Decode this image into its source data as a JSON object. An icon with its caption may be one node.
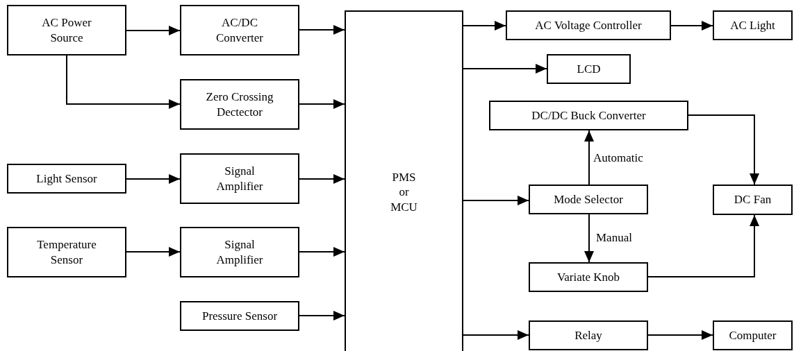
{
  "diagram": {
    "nodes": [
      {
        "text": [
          "AC Power Source"
        ]
      },
      {
        "text": [
          "AC/DC Converter"
        ]
      },
      {
        "text": [
          "Zero Crossing Dectector"
        ]
      },
      {
        "text": [
          "Light Sensor"
        ]
      },
      {
        "text": [
          "Signal Amplifier"
        ]
      },
      {
        "text": [
          "Temperature Sensor"
        ]
      },
      {
        "text": [
          "Signal Amplifier"
        ]
      },
      {
        "text": [
          "Pressure Sensor"
        ]
      },
      {
        "text": [
          "PMS or MCU"
        ]
      },
      {
        "text": [
          "AC Voltage Controller"
        ]
      },
      {
        "text": [
          "AC Light"
        ]
      },
      {
        "text": [
          "LCD"
        ]
      },
      {
        "text": [
          "DC/DC Buck Converter"
        ]
      },
      {
        "text": [
          "Mode Selector"
        ]
      },
      {
        "text": [
          "DC Fan"
        ]
      },
      {
        "text": [
          "Variate Knob"
        ]
      },
      {
        "text": [
          "Relay"
        ]
      },
      {
        "text": [
          "Computer"
        ]
      }
    ],
    "edges": [
      {
        "from": 0,
        "to": 1,
        "arrow": "to"
      },
      {
        "from": 0,
        "to": 2,
        "arrow": "to"
      },
      {
        "from": 1,
        "to": 8,
        "arrow": "to"
      },
      {
        "from": 2,
        "to": 8,
        "arrow": "to"
      },
      {
        "from": 3,
        "to": 4,
        "arrow": "to"
      },
      {
        "from": 4,
        "to": 8,
        "arrow": "to"
      },
      {
        "from": 5,
        "to": 6,
        "arrow": "to"
      },
      {
        "from": 6,
        "to": 8,
        "arrow": "to"
      },
      {
        "from": 7,
        "to": 8,
        "arrow": "to"
      },
      {
        "from": 8,
        "to": 9,
        "arrow": "to"
      },
      {
        "from": 9,
        "to": 10,
        "arrow": "to"
      },
      {
        "from": 8,
        "to": 11,
        "arrow": "to"
      },
      {
        "from": 8,
        "to": 13,
        "arrow": "to"
      },
      {
        "from": 13,
        "to": 12,
        "arrow": "to",
        "label": "Automatic"
      },
      {
        "from": 13,
        "to": 15,
        "arrow": "to",
        "label": "Manual"
      },
      {
        "from": 12,
        "to": 14,
        "arrow": "to"
      },
      {
        "from": 15,
        "to": 14,
        "arrow": "to"
      },
      {
        "from": 8,
        "to": 16,
        "arrow": "to"
      },
      {
        "from": 16,
        "to": 17,
        "arrow": "to"
      }
    ]
  }
}
